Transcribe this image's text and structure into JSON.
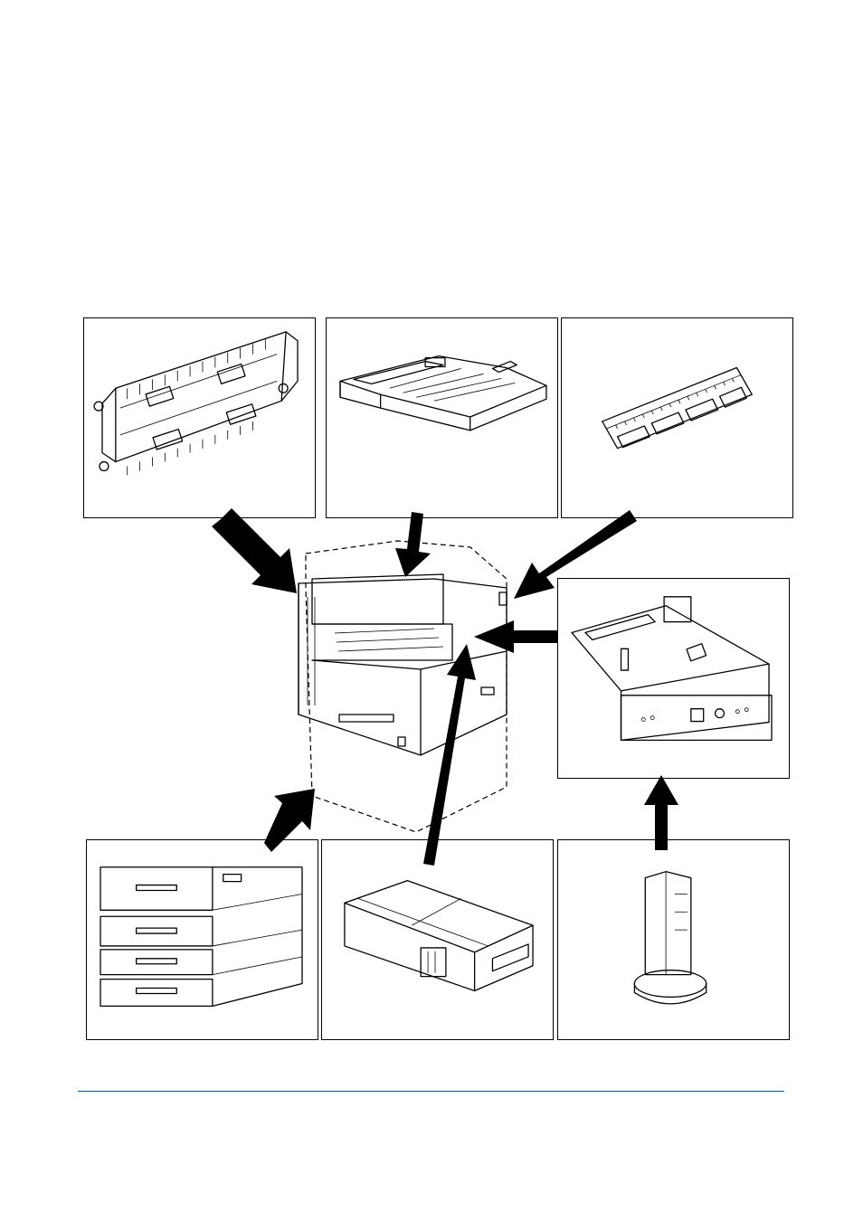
{
  "figure": {
    "main_unit": {
      "icon": "copier-with-optional-units-icon"
    },
    "options": [
      {
        "id": "duplex-unit",
        "icon": "duplex-unit-icon"
      },
      {
        "id": "document-processor",
        "icon": "document-processor-icon"
      },
      {
        "id": "memory-module",
        "icon": "memory-module-icon"
      },
      {
        "id": "network-card",
        "icon": "network-interface-card-icon"
      },
      {
        "id": "paper-feeder",
        "icon": "paper-feeder-stack-icon"
      },
      {
        "id": "fax-kit",
        "icon": "fax-kit-icon"
      },
      {
        "id": "key-counter",
        "icon": "key-counter-icon"
      }
    ]
  },
  "colors": {
    "line": "#000000",
    "footer_rule": "#1a5a96",
    "background": "#ffffff"
  }
}
